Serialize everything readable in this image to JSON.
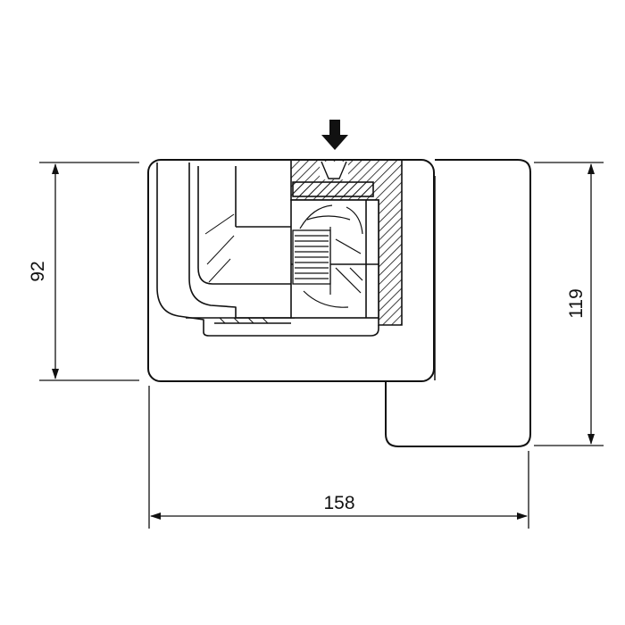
{
  "drawing": {
    "dimensions": {
      "height_left": "92",
      "height_right": "119",
      "width_bottom": "158"
    },
    "indicator": {
      "icon": "down-arrow-icon"
    },
    "colors": {
      "line": "#111111",
      "background": "#ffffff"
    }
  }
}
